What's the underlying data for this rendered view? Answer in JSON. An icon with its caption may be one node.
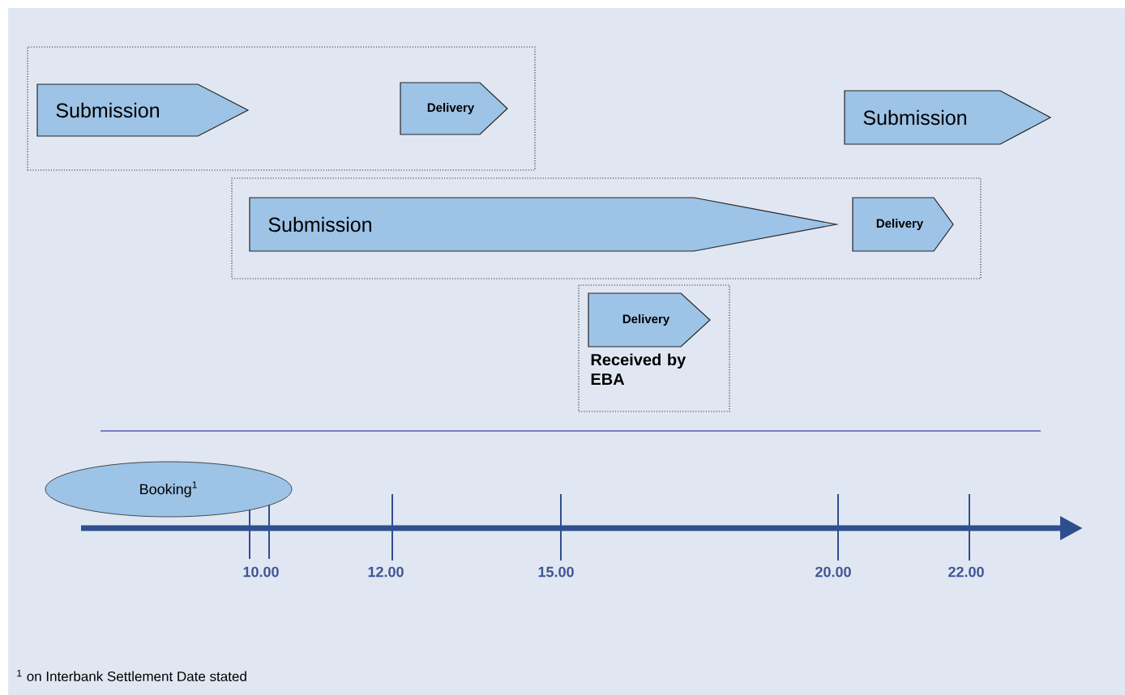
{
  "diagram": {
    "nodes": [
      {
        "text": [],
        "shape": "box"
      },
      {
        "text": [
          "Submission"
        ],
        "in": 0
      },
      {
        "text": [
          "Delivery"
        ],
        "in": 0
      },
      {
        "text": [
          "Submission"
        ]
      },
      {
        "text": [],
        "shape": "box"
      },
      {
        "text": [
          "Submission"
        ],
        "in": 4
      },
      {
        "text": [
          "Delivery"
        ],
        "in": 4
      },
      {
        "text": [
          "Received by EBA"
        ]
      },
      {
        "text": [
          "Delivery"
        ],
        "in": 7
      },
      {
        "text": [
          "Booking$^{1}$"
        ]
      }
    ],
    "edges": [],
    "labels": [
      "10.00",
      "12.00",
      "15.00",
      "20.00",
      "22.00",
      "$^{1}$ on Interbank Settlement Date stated"
    ]
  }
}
